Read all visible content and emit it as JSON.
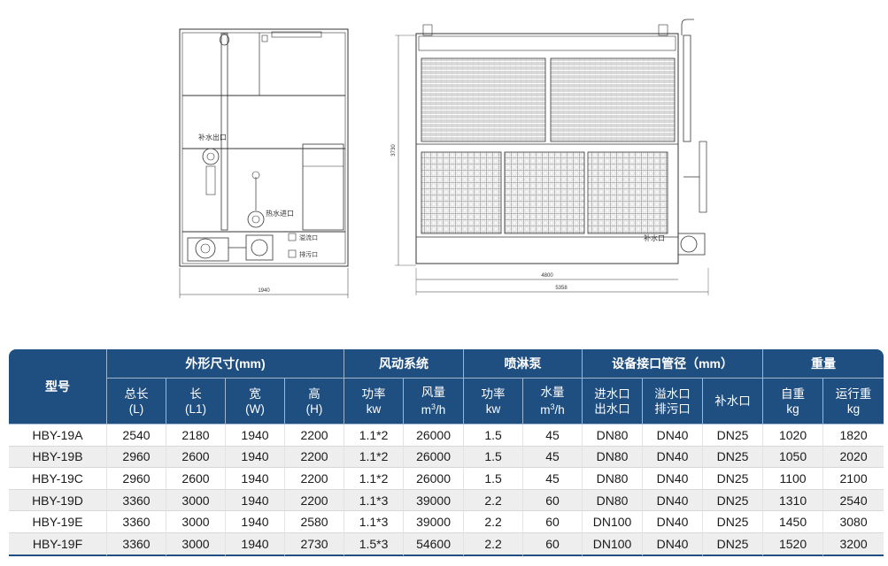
{
  "drawing": {
    "left_labels": {
      "makeup": "补水出口",
      "outlet": "热水进口",
      "overflow": "溢流口",
      "drain": "排污口",
      "width_dim": "1940"
    },
    "right_labels": {
      "height_dim": "3730",
      "inner_dim": "4800",
      "length_dim": "5358",
      "makeup": "补水口"
    }
  },
  "table": {
    "model_header": "型号",
    "groups": [
      {
        "label": "外形尺寸(mm)"
      },
      {
        "label": "风动系统"
      },
      {
        "label": "喷淋泵"
      },
      {
        "label": "设备接口管径（mm）"
      },
      {
        "label": "重量"
      }
    ],
    "subheaders": [
      {
        "l1": "总长",
        "l2": "(L)"
      },
      {
        "l1": "长",
        "l2": "(L1)"
      },
      {
        "l1": "宽",
        "l2": "(W)"
      },
      {
        "l1": "高",
        "l2": "(H)"
      },
      {
        "l1": "功率",
        "l2": "kw"
      },
      {
        "l1": "风量",
        "l2a": "m",
        "sup": "3",
        "l2b": "/h"
      },
      {
        "l1": "功率",
        "l2": "kw"
      },
      {
        "l1": "水量",
        "l2a": "m",
        "sup": "3",
        "l2b": "/h"
      },
      {
        "l1": "进水口",
        "l2": "出水口"
      },
      {
        "l1": "溢水口",
        "l2": "排污口"
      },
      {
        "l1": "补水口"
      },
      {
        "l1": "自重",
        "l2": "kg"
      },
      {
        "l1": "运行重",
        "l2": "kg"
      }
    ],
    "rows": [
      [
        "HBY-19A",
        "2540",
        "2180",
        "1940",
        "2200",
        "1.1*2",
        "26000",
        "1.5",
        "45",
        "DN80",
        "DN40",
        "DN25",
        "1020",
        "1820"
      ],
      [
        "HBY-19B",
        "2960",
        "2600",
        "1940",
        "2200",
        "1.1*2",
        "26000",
        "1.5",
        "45",
        "DN80",
        "DN40",
        "DN25",
        "1050",
        "2020"
      ],
      [
        "HBY-19C",
        "2960",
        "2600",
        "1940",
        "2200",
        "1.1*2",
        "26000",
        "1.5",
        "45",
        "DN80",
        "DN40",
        "DN25",
        "1100",
        "2100"
      ],
      [
        "HBY-19D",
        "3360",
        "3000",
        "1940",
        "2200",
        "1.1*3",
        "39000",
        "2.2",
        "60",
        "DN80",
        "DN40",
        "DN25",
        "1310",
        "2540"
      ],
      [
        "HBY-19E",
        "3360",
        "3000",
        "1940",
        "2580",
        "1.1*3",
        "39000",
        "2.2",
        "60",
        "DN100",
        "DN40",
        "DN25",
        "1450",
        "3080"
      ],
      [
        "HBY-19F",
        "3360",
        "3000",
        "1940",
        "2730",
        "1.5*3",
        "54600",
        "2.2",
        "60",
        "DN100",
        "DN40",
        "DN25",
        "1520",
        "3200"
      ]
    ]
  }
}
